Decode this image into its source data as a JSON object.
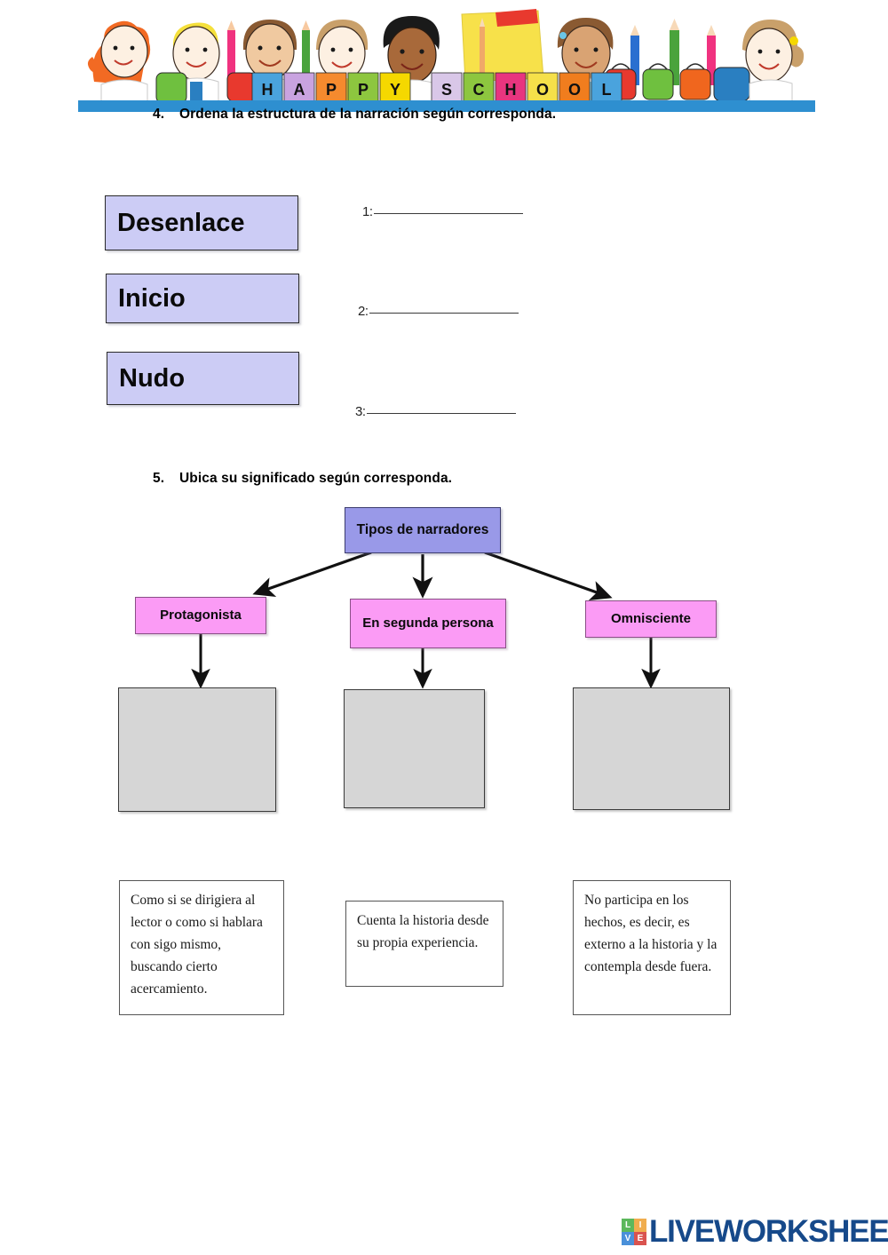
{
  "banner": {
    "alt": "happy-school-children-banner",
    "blocks_text": "HAPPY SCHOOL",
    "letters": [
      "H",
      "A",
      "P",
      "P",
      "Y",
      "S",
      "C",
      "H",
      "O",
      "O",
      "L"
    ],
    "block_colors": [
      "#4aa3dd",
      "#c9a3e0",
      "#f58a2e",
      "#8dc63f",
      "#f5d800",
      "#d9c7e8",
      "#e8357f",
      "#f5e04a",
      "#f07d1e",
      "#7bc043",
      "#4aa3dd"
    ],
    "strip_color": "#2e8fd0"
  },
  "exercise4": {
    "number": "4.",
    "title": "Ordena la estructura de la narración según corresponda.",
    "word_boxes": [
      {
        "label": "Desenlace"
      },
      {
        "label": "Inicio"
      },
      {
        "label": "Nudo"
      }
    ],
    "answer_lines": [
      {
        "label": "1:",
        "value": ""
      },
      {
        "label": "2:",
        "value": ""
      },
      {
        "label": "3:",
        "value": ""
      }
    ]
  },
  "exercise5": {
    "number": "5.",
    "title": "Ubica su significado según corresponda.",
    "diagram": {
      "root": {
        "label": "Tipos de narradores",
        "color": "#9999e8"
      },
      "types": [
        {
          "label": "Protagonista",
          "color": "#fb9bf5"
        },
        {
          "label": "En segunda persona",
          "color": "#fb9bf5"
        },
        {
          "label": "Omnisciente",
          "color": "#fb9bf5"
        }
      ],
      "drop_zones": [
        {
          "value": "",
          "color": "#d6d6d6"
        },
        {
          "value": "",
          "color": "#d6d6d6"
        },
        {
          "value": "",
          "color": "#d6d6d6"
        }
      ]
    },
    "definitions": [
      {
        "text": "Como si se dirigiera al lector o como si hablara con sigo mismo, buscando cierto acercamiento."
      },
      {
        "text": "Cuenta la historia desde su propia experiencia."
      },
      {
        "text": "No participa en los hechos, es decir, es externo a la historia y la contempla desde fuera."
      }
    ]
  },
  "footer": {
    "logo_letters": [
      "L",
      "I",
      "V",
      "E"
    ],
    "logo_letter_colors": [
      "#5cb85c",
      "#f0ad4e",
      "#4a90d9",
      "#d9534f"
    ],
    "logo_text": "LIVEWORKSHEETS",
    "logo_color": "#16498a"
  }
}
